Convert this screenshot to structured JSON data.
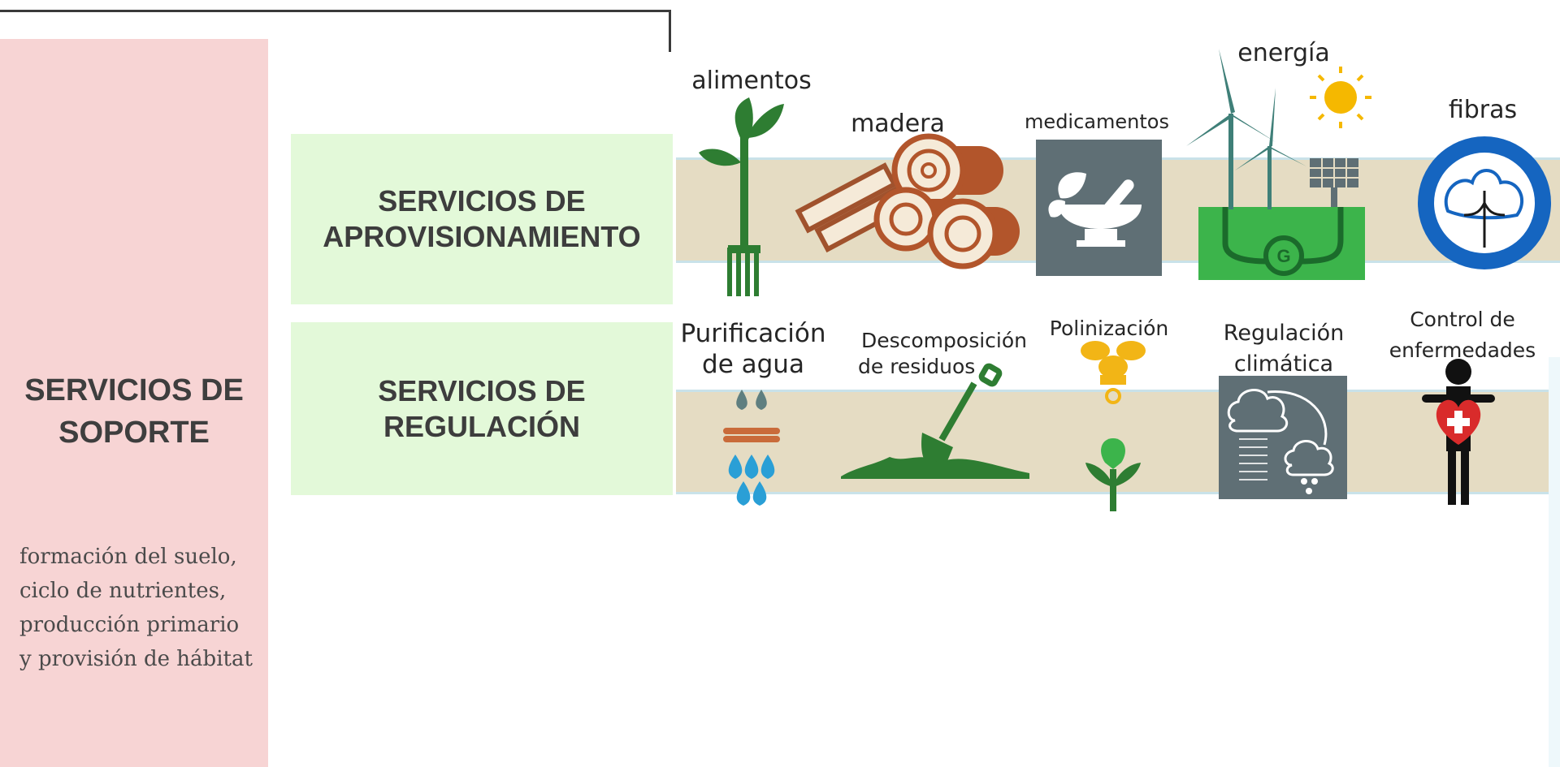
{
  "support": {
    "title_line1": "SERVICIOS DE",
    "title_line2": "SOPORTE",
    "desc_lines": [
      "formación del suelo,",
      "ciclo de nutrientes,",
      "producción primario",
      "y provisión de hábitat"
    ]
  },
  "provisioning": {
    "title_line1": "SERVICIOS DE",
    "title_line2": "APROVISIONAMIENTO",
    "items": [
      "alimentos",
      "madera",
      "medicamentos",
      "energía",
      "fibras"
    ]
  },
  "regulation": {
    "title_line1": "SERVICIOS DE",
    "title_line2": "REGULACIÓN",
    "items": [
      {
        "line1": "Purificación",
        "line2": "de agua"
      },
      {
        "line1": "Descomposición",
        "line2": "de residuos"
      },
      {
        "line1": "Polinización",
        "line2": ""
      },
      {
        "line1": "Regulación",
        "line2": "climática"
      },
      {
        "line1": "Control de",
        "line2": "enfermedades"
      }
    ]
  },
  "icons": [
    "sprout-fork-icon",
    "logs-icon",
    "mortar-pestle-icon",
    "wind-solar-energy-icon",
    "cotton-icon",
    "water-purification-icon",
    "shovel-soil-icon",
    "bee-flower-icon",
    "climate-cloud-icon",
    "medical-person-icon"
  ],
  "colors": {
    "support_bg": "#f7d4d4",
    "band_label_bg": "#e3f9d9",
    "band_bg": "#e5dcc3",
    "icon_green": "#2e7d32",
    "icon_brown": "#a0522d",
    "icon_gray": "#5f6f75",
    "icon_blue": "#1565c0",
    "water_blue": "#2a9fd6",
    "bee_yellow": "#f2b516",
    "cross_red": "#d92b2b"
  }
}
